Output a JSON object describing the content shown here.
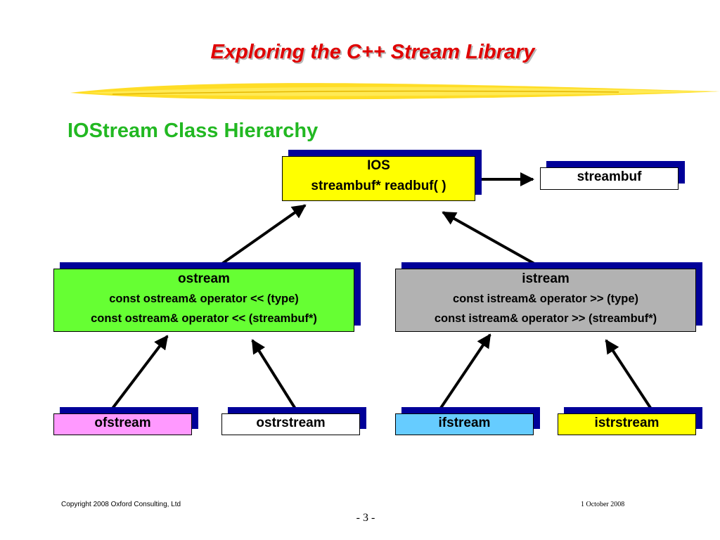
{
  "slide": {
    "title": "Exploring the C++ Stream Library",
    "subtitle": "IOStream Class Hierarchy"
  },
  "nodes": {
    "ios": {
      "name": "IOS",
      "member": "streambuf* readbuf( )",
      "color": "#ffff00"
    },
    "streambuf": {
      "name": "streambuf",
      "color": "#ffffff"
    },
    "ostream": {
      "name": "ostream",
      "member1": "const ostream& operator << (type)",
      "member2": "const ostream& operator << (streambuf*)",
      "color": "#66ff33"
    },
    "istream": {
      "name": "istream",
      "member1": "const istream& operator >> (type)",
      "member2": "const istream& operator >> (streambuf*)",
      "color": "#b2b2b2"
    },
    "ofstream": {
      "name": "ofstream",
      "color": "#ff99ff"
    },
    "ostrstream": {
      "name": "ostrstream",
      "color": "#ffffff"
    },
    "ifstream": {
      "name": "ifstream",
      "color": "#66ccff"
    },
    "istrstream": {
      "name": "istrstream",
      "color": "#ffff00"
    }
  },
  "colors": {
    "title": "#e00000",
    "subtitle": "#22b822",
    "box_shadow": "#000099",
    "swoosh": "#ffd700"
  },
  "footer": {
    "copyright": "Copyright 2008 Oxford Consulting, Ltd",
    "date": "1 October 2008",
    "page": "- 3 -"
  }
}
